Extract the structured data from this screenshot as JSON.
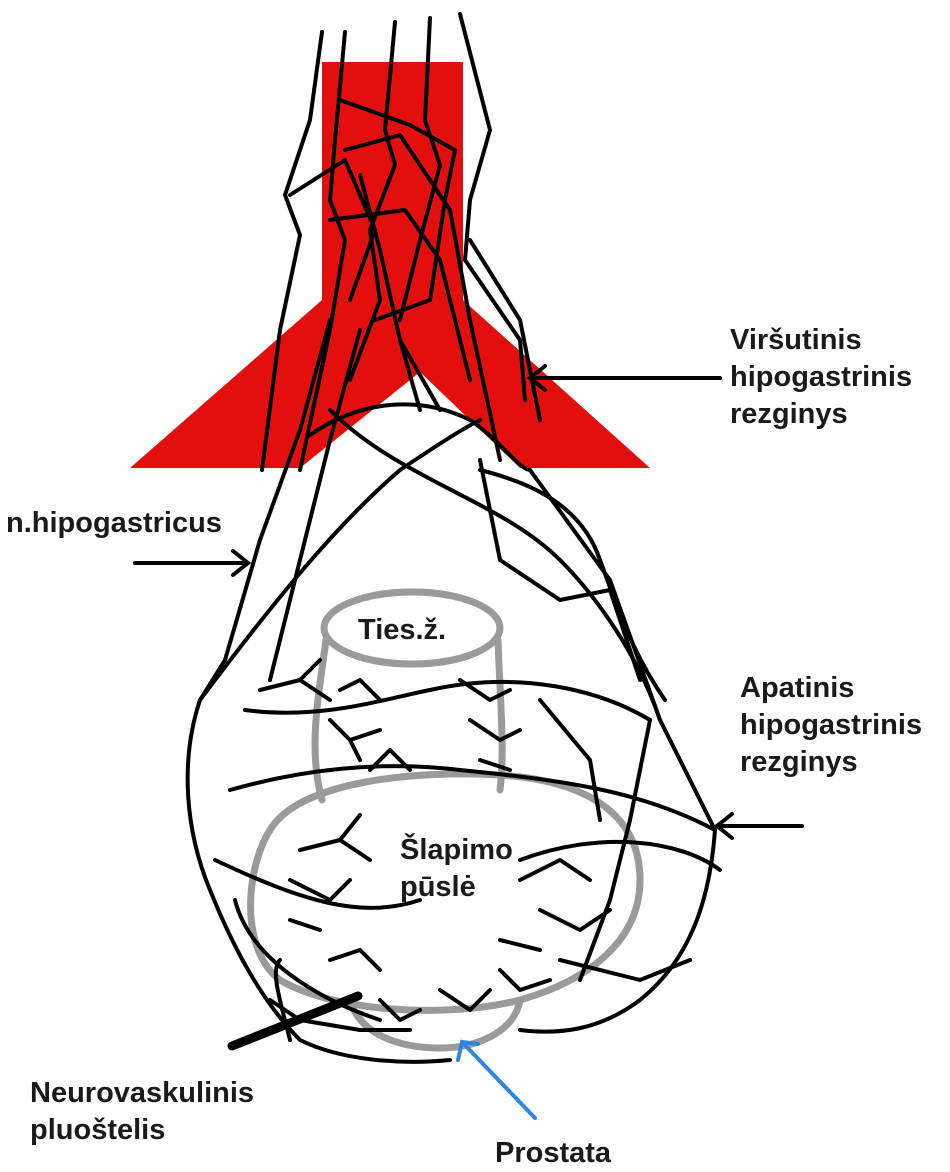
{
  "colors": {
    "plexus_red": "#e30f0f",
    "nerve_black": "#000000",
    "organ_gray": "#9a9a9a",
    "prostate_arrow_blue": "#2e86de"
  },
  "labels": {
    "superior_plexus": [
      "Viršutinis",
      "hipogastrinis",
      "rezginys"
    ],
    "hypogastric_nerve": "n.hipogastricus",
    "inferior_plexus": [
      "Apatinis",
      "hipogastrinis",
      "rezginys"
    ],
    "rectum": "Ties.ž.",
    "bladder": [
      "Šlapimo",
      "pūslė"
    ],
    "neurovascular_bundle": [
      "Neurovaskulinis",
      "pluoštelis"
    ],
    "prostate": "Prostata"
  }
}
